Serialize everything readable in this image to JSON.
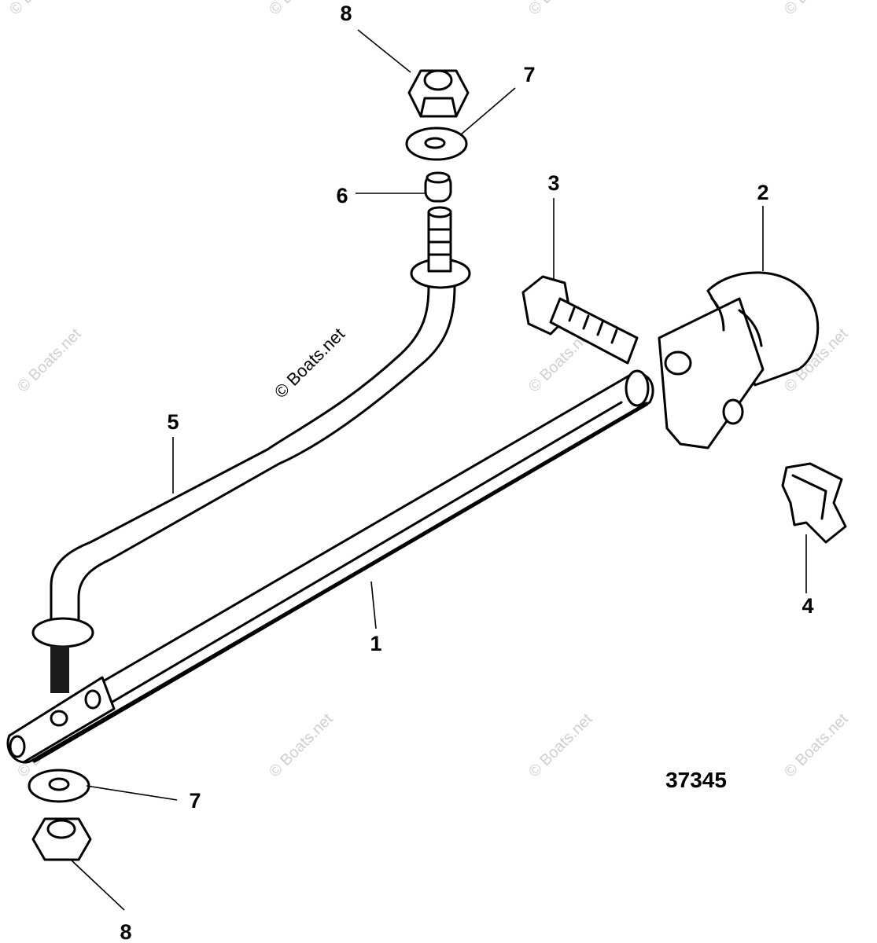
{
  "diagram": {
    "document_number": "37345",
    "watermark": "© Boats.net",
    "callouts": {
      "c8_top": "8",
      "c7_top": "7",
      "c6": "6",
      "c3": "3",
      "c2": "2",
      "c5": "5",
      "c4": "4",
      "c1": "1",
      "c7_bottom": "7",
      "c8_bottom": "8"
    }
  }
}
